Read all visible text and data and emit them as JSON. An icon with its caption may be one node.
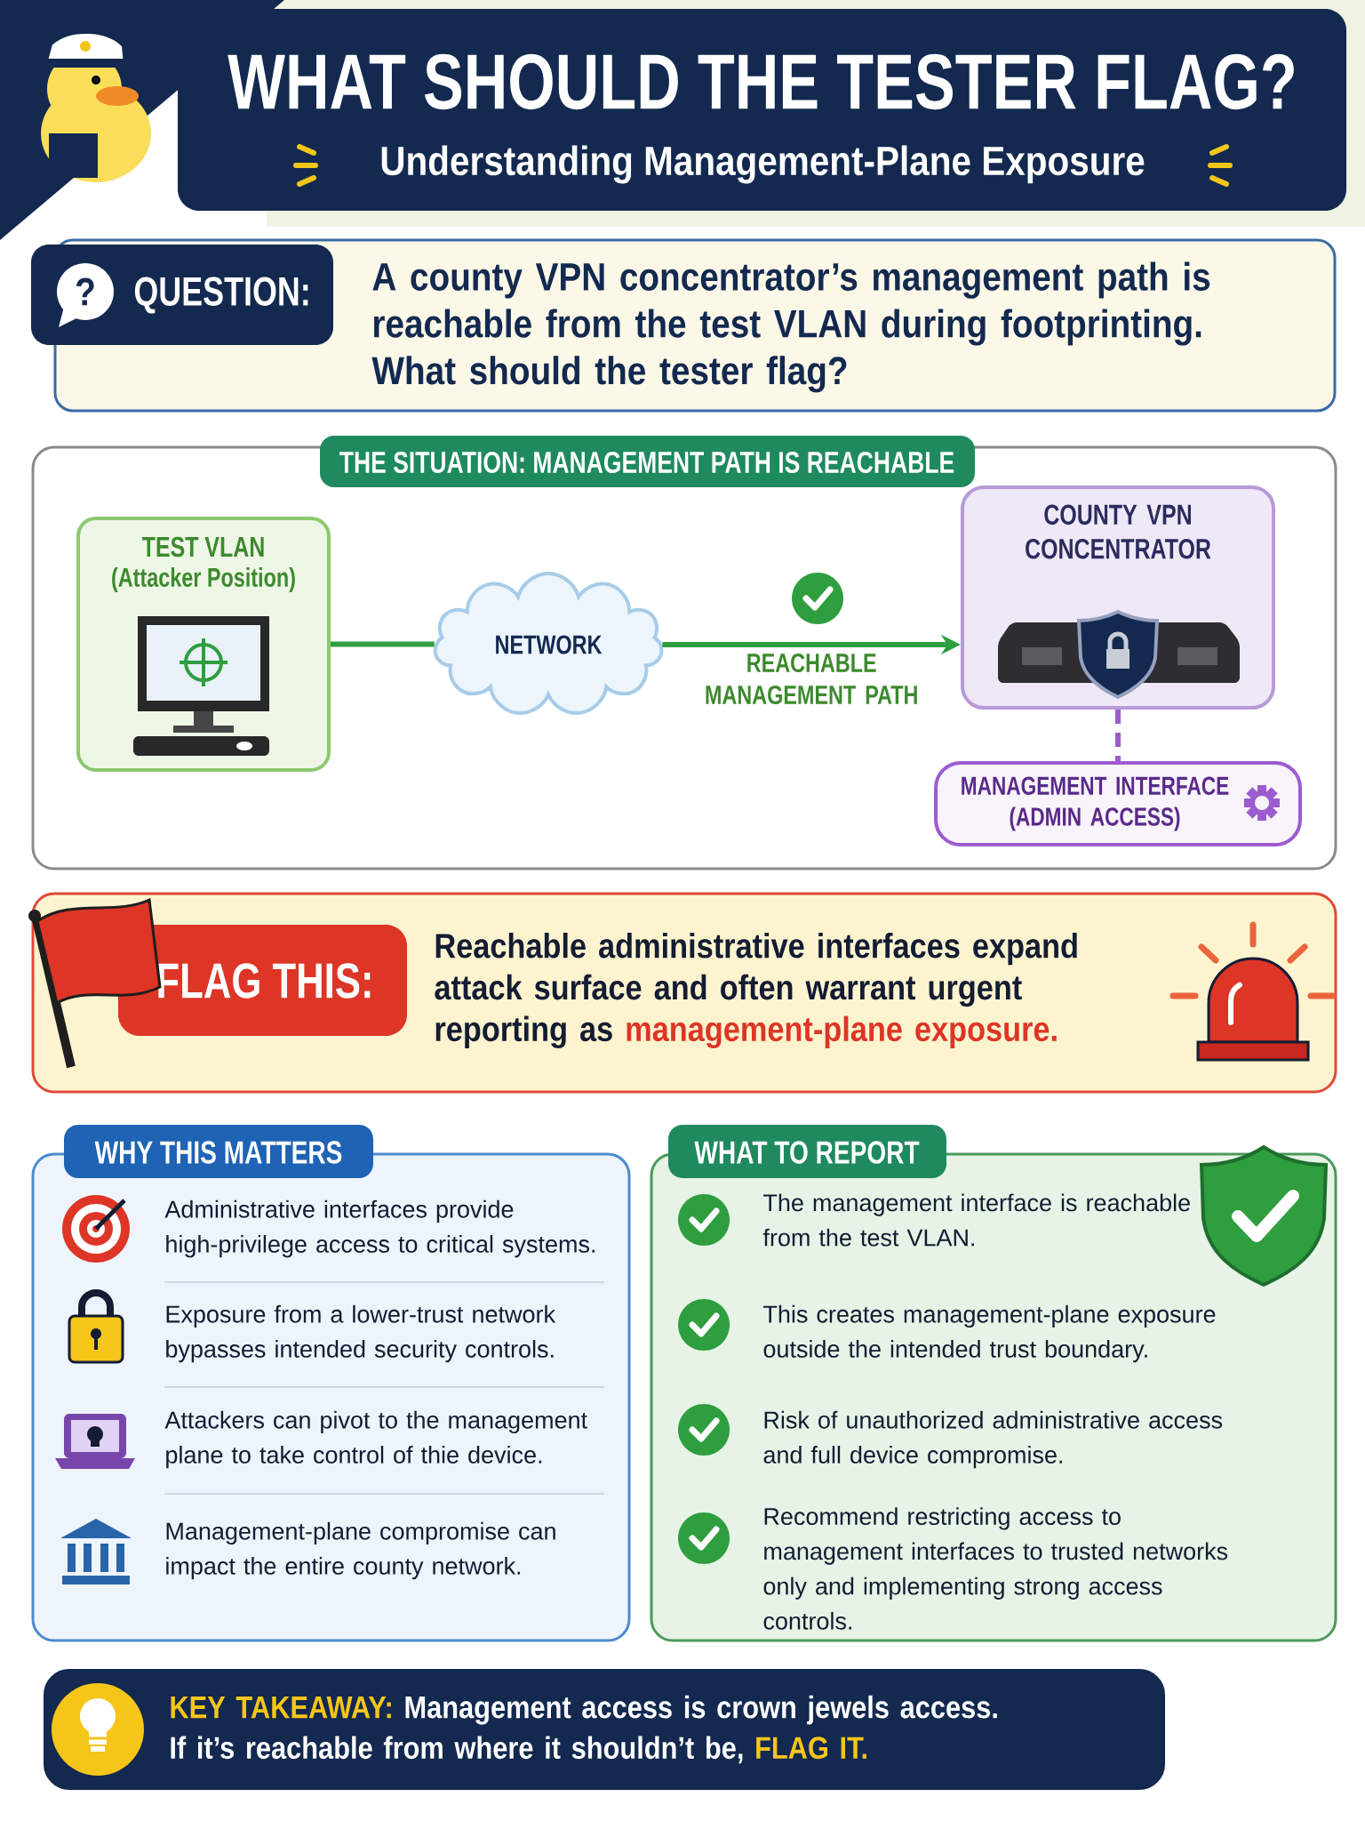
{
  "diagram": {
    "title": "WHAT SHOULD THE TESTER FLAG?",
    "nodes": [
      {
        "text": [
          "QUESTION:",
          "A county VPN concentrator’s management path is reachable from the test VLAN during footprinting. What should the tester flag?"
        ]
      },
      {
        "text": [
          "THE SITUATION: MANAGEMENT PATH IS REACHABLE"
        ]
      },
      {
        "text": [
          "TEST VLAN",
          "(Attacker Position)"
        ],
        "in": 1
      },
      {
        "text": [
          "NETWORK"
        ],
        "in": 1
      },
      {
        "text": [
          "COUNTY VPN CONCENTRATOR"
        ],
        "in": 1
      },
      {
        "text": [
          "MANAGEMENT INTERFACE (ADMIN ACCESS)"
        ],
        "in": 1
      },
      {
        "text": [
          "FLAG THIS:",
          "Reachable administrative interfaces expand attack surface and often warrant urgent reporting as **management-plane exposure.**"
        ]
      },
      {
        "text": [
          "WHY THIS MATTERS",
          "Administrative interfaces provide high-privilege access to critical systems.",
          "Exposure from a lower-trust network bypasses intended security controls.",
          "Attackers can pivot to the management plane to take control of thie device.",
          "Management-plane compromise can impact the entire county network."
        ]
      },
      {
        "text": [
          "WHAT TO REPORT",
          "The management interface is reachable from the test VLAN.",
          "This creates management-plane exposure outside the intended trust boundary.",
          "Risk of unauthorized administrative access and full device compromise.",
          "Recommend restricting access to management interfaces to trusted networks only and implementing strong access controls."
        ]
      },
      {
        "text": [
          "**KEY TAKEAWAY:** Management access is crown jewels access. If it’s reachable from where it shouldn’t be, **FLAG IT.**"
        ]
      }
    ],
    "edges": [
      {
        "from": 2,
        "to": 3,
        "arrow": "none"
      },
      {
        "from": 3,
        "to": 4,
        "arrow": "to",
        "label": "REACHABLE MANAGEMENT PATH"
      },
      {
        "from": 4,
        "to": 5,
        "arrow": "none",
        "style": "dashed",
        "color": "#9c5bd0"
      }
    ],
    "labels": [
      "Understanding Management-Plane Exposure",
      "?"
    ]
  }
}
